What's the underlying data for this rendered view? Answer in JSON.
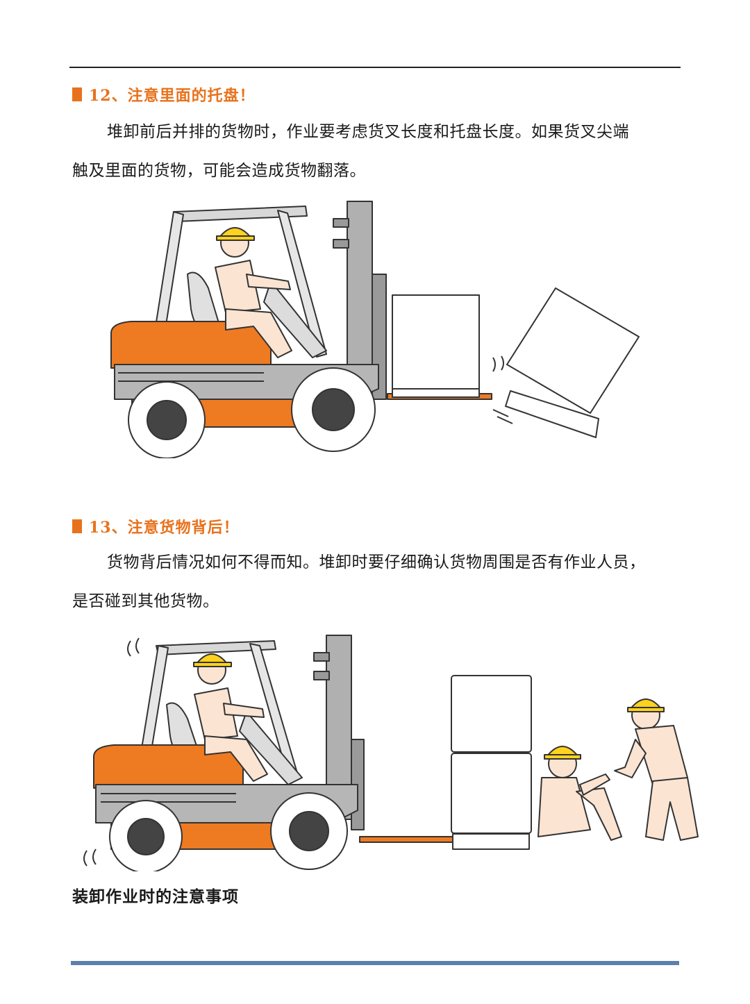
{
  "sections": [
    {
      "heading": "12、注意里面的托盘！",
      "paragraph_line1": "堆卸前后并排的货物时，作业要考虑货叉长度和托盘长度。如果货叉尖端",
      "paragraph_line2": "触及里面的货物，可能会造成货物翻落。"
    },
    {
      "heading": "13、注意货物背后！",
      "paragraph_line1": "货物背后情况如何不得而知。堆卸时要仔细确认货物周围是否有作业人员，",
      "paragraph_line2": "是否碰到其他货物。"
    }
  ],
  "footer_title": "装卸作业时的注意事项",
  "colors": {
    "accent": "#e8721c",
    "forklift_orange": "#ee7a22",
    "frame_gray": "#a9a9a9",
    "helmet_yellow": "#ffd21f",
    "worker_skin": "#fbe4d2",
    "rule_blue": "#5b7fae"
  }
}
